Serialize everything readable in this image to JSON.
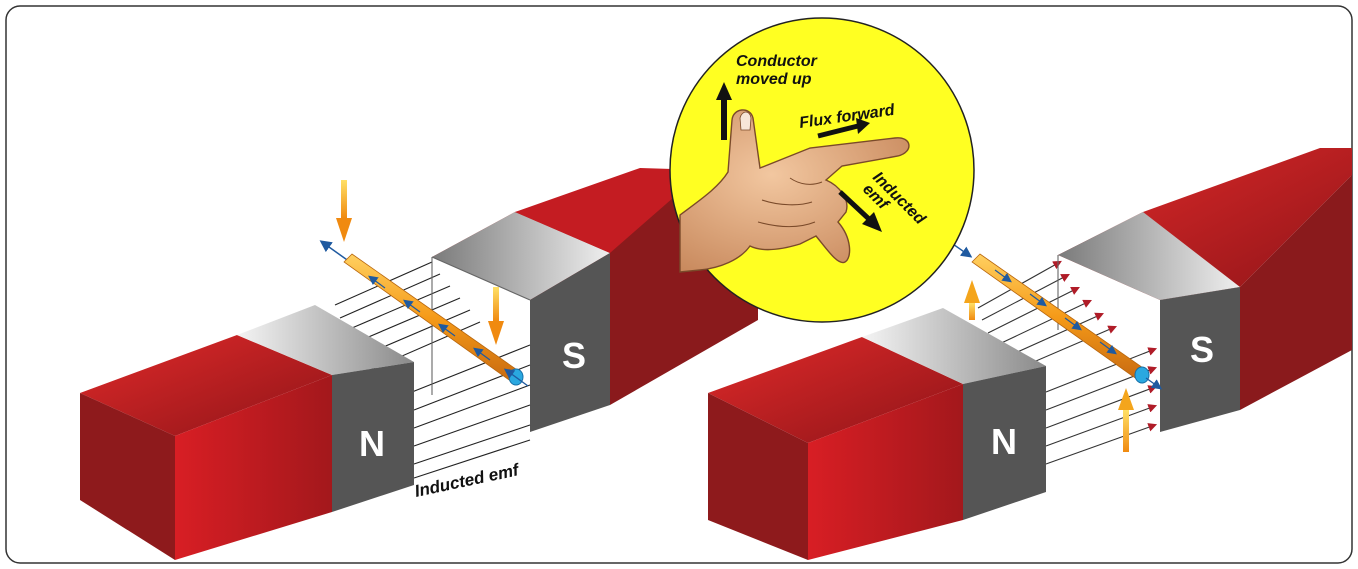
{
  "poles": {
    "north": "N",
    "south": "S"
  },
  "labels": {
    "inducted_emf_bottom": "Inducted emf",
    "conductor_line1": "Conductor",
    "conductor_line2": "moved up",
    "flux_forward": "Flux forward",
    "inducted_hand_line1": "Inducted",
    "inducted_hand_line2": "emf"
  },
  "colors": {
    "magnet_red": "#c0161c",
    "magnet_dark": "#7a1a1c",
    "pole_gray": "#555555",
    "pole_light": "#e8e8e8",
    "callout_yellow": "#ffff22",
    "conductor_orange": "#f5a020",
    "conductor_end_blue": "#2aa8e0",
    "motion_arrow_orange": "#f4a51c",
    "flux_arrow_red": "#a01c26"
  }
}
